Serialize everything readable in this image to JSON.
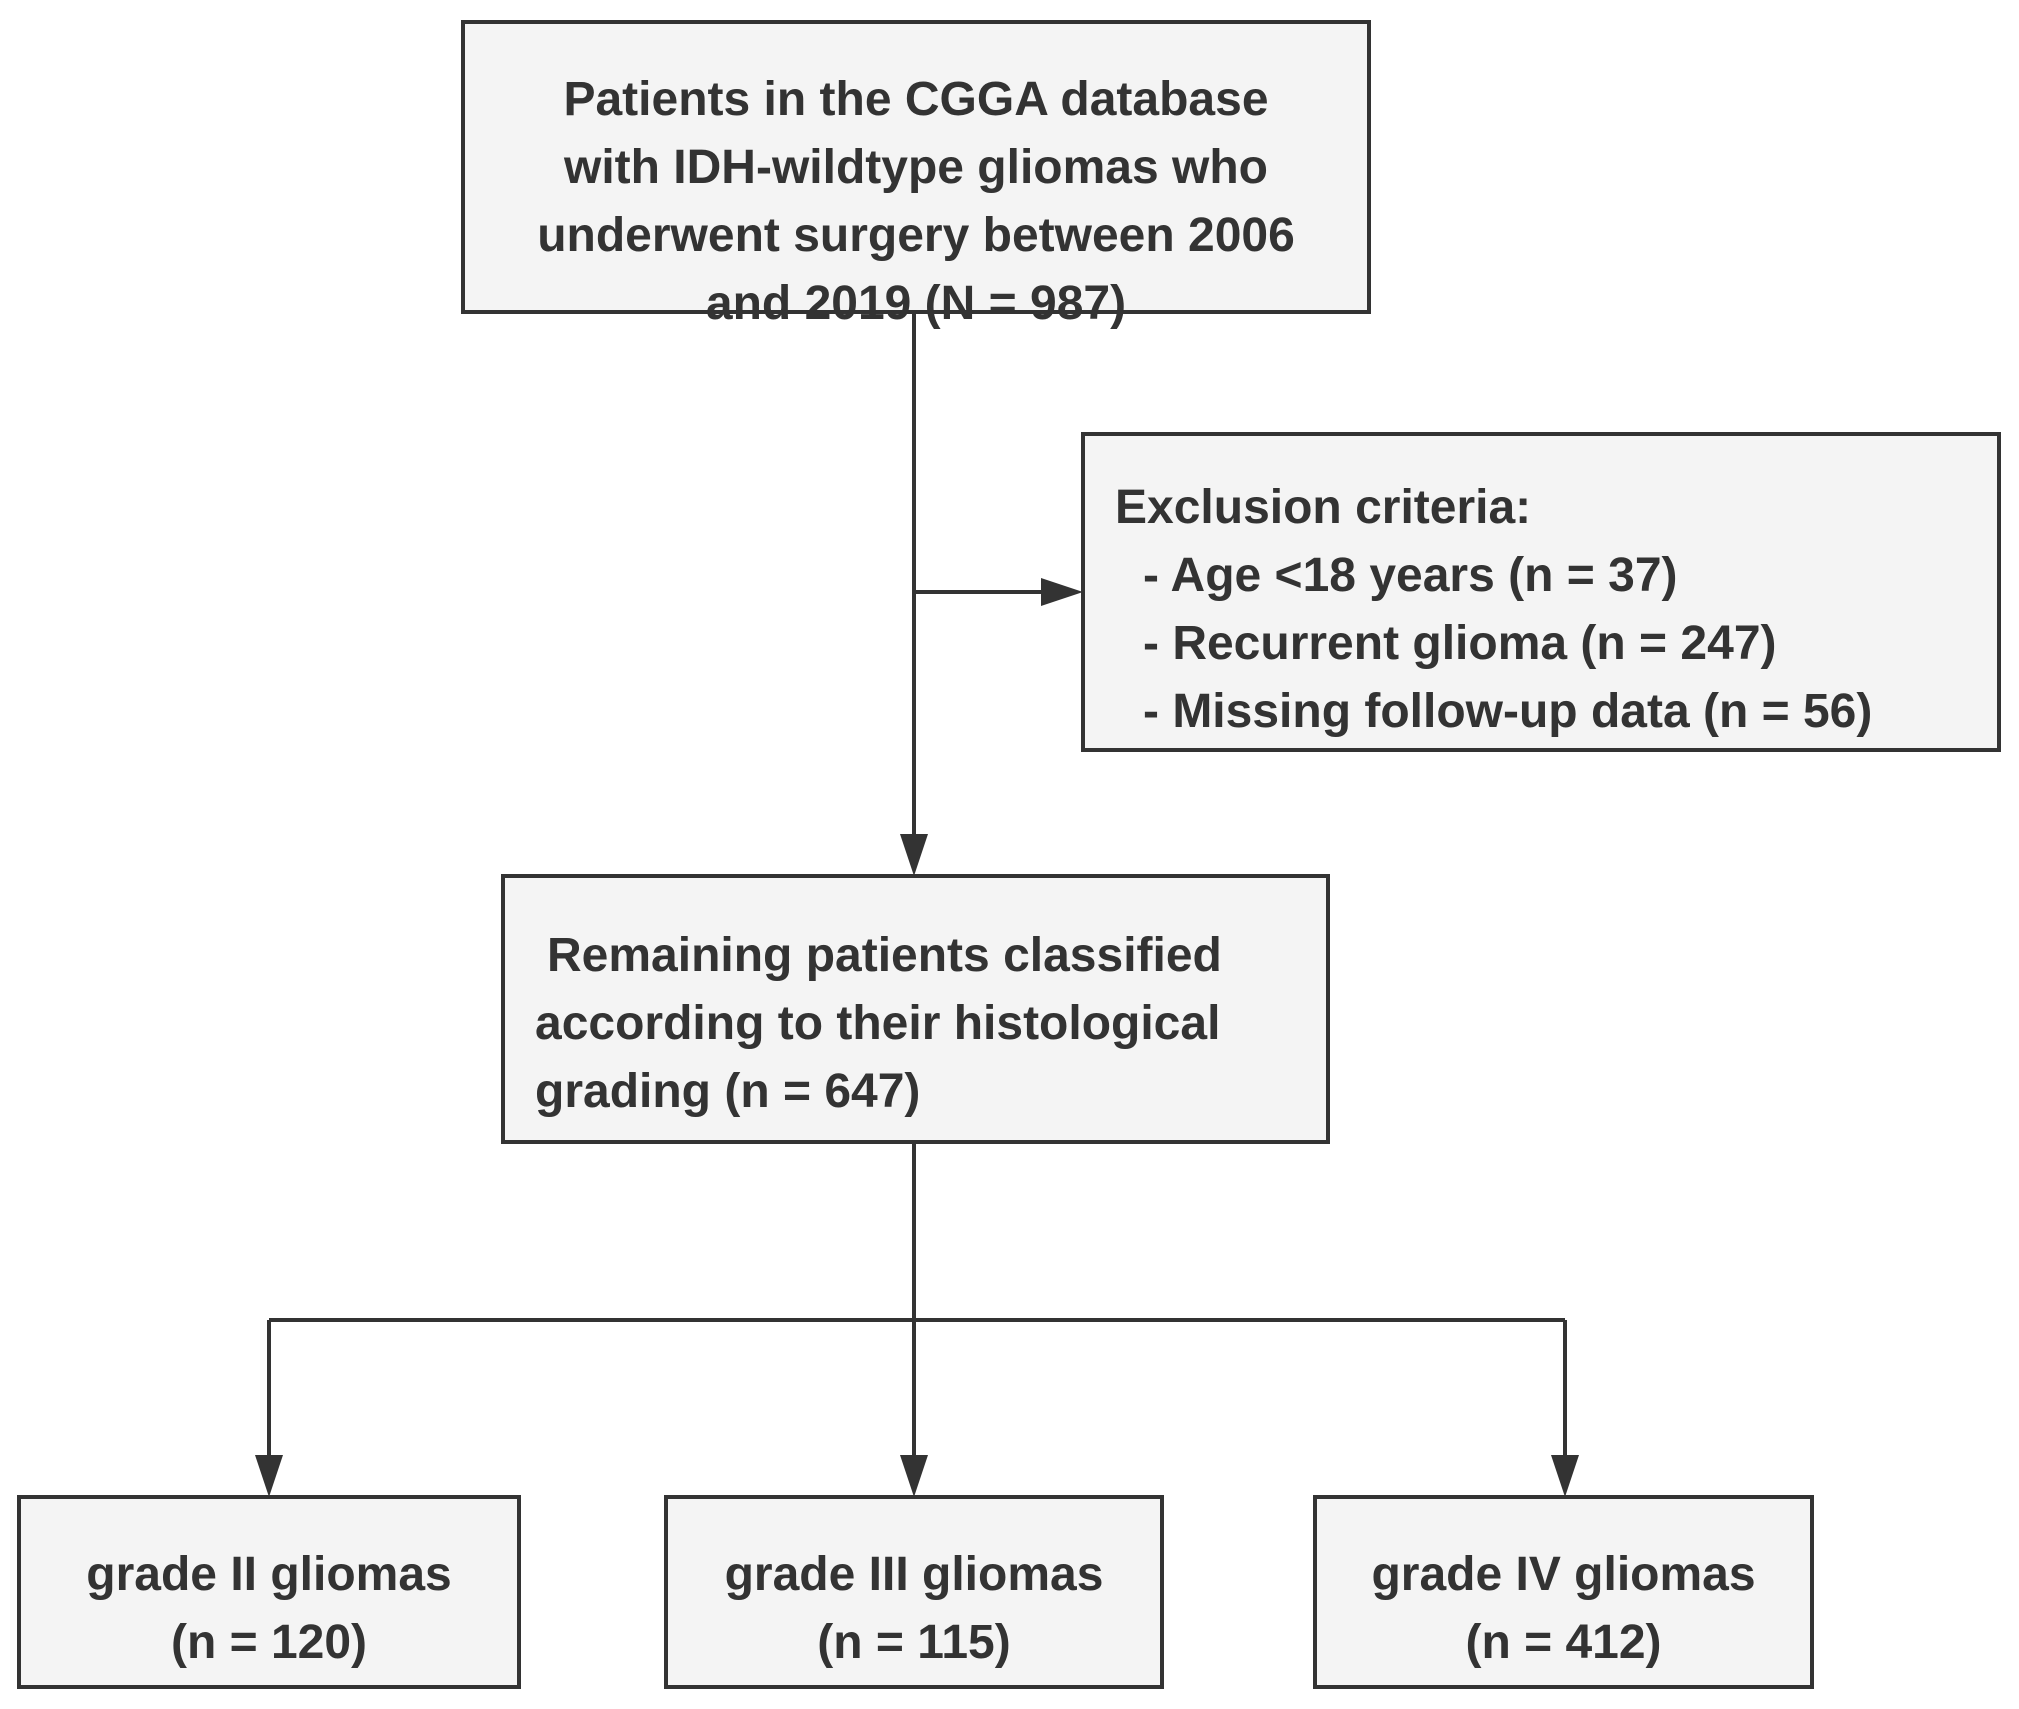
{
  "flowchart": {
    "start": {
      "lines": [
        "Patients in the CGGA database",
        "with IDH-wildtype gliomas who",
        "underwent surgery between 2006",
        "and 2019 (N = 987)"
      ]
    },
    "exclusion": {
      "heading": "Exclusion criteria:",
      "items": [
        "- Age <18 years (n = 37)",
        "- Recurrent glioma (n = 247)",
        "- Missing follow-up data (n = 56)"
      ]
    },
    "remaining": {
      "lines": [
        "Remaining patients classified",
        "according to their histological",
        "grading (n = 647)"
      ]
    },
    "grades": [
      {
        "label": "grade II gliomas",
        "count": "(n = 120)"
      },
      {
        "label": "grade III gliomas",
        "count": "(n = 115)"
      },
      {
        "label": "grade IV gliomas",
        "count": "(n = 412)"
      }
    ],
    "colors": {
      "box_fill": "#f4f4f4",
      "stroke": "#333333",
      "text": "#333333"
    }
  }
}
